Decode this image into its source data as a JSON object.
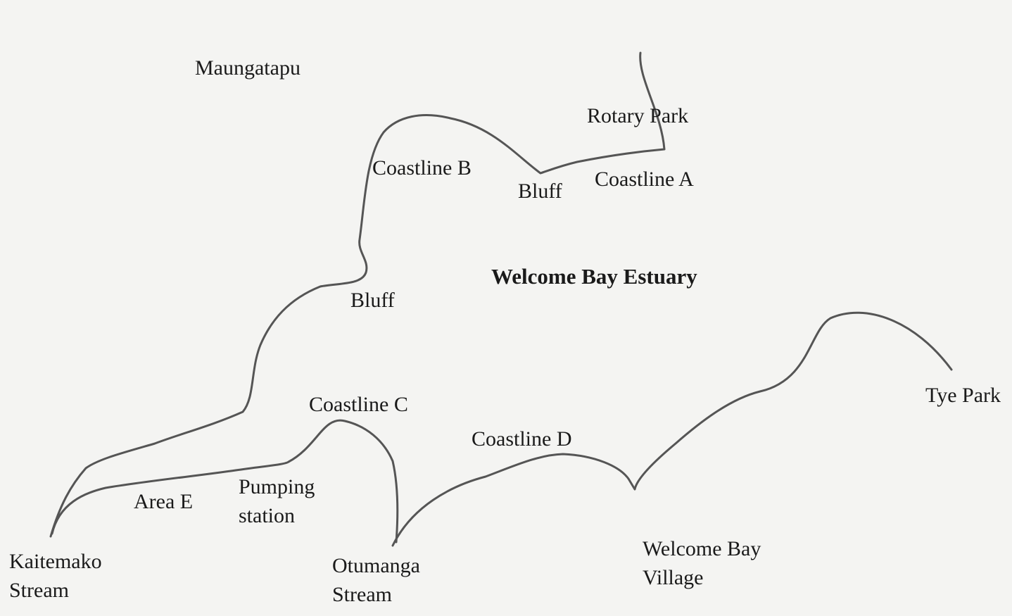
{
  "map": {
    "background": "#f4f4f2",
    "line_color": "#555555",
    "text_color": "#1a1a1a",
    "labels": {
      "maungatapu": "Maungatapu",
      "rotary_park": "Rotary Park",
      "coastline_a": "Coastline A",
      "coastline_b": "Coastline B",
      "bluff_north": "Bluff",
      "bluff_west": "Bluff",
      "estuary": "Welcome Bay Estuary",
      "coastline_c": "Coastline C",
      "coastline_d": "Coastline D",
      "area_e": "Area E",
      "pumping_station_1": "Pumping",
      "pumping_station_2": "station",
      "kaitemako_1": "Kaitemako",
      "kaitemako_2": "Stream",
      "otumanga_1": "Otumanga",
      "otumanga_2": "Stream",
      "welcome_bay_village_1": "Welcome Bay",
      "welcome_bay_village_2": "Village",
      "tye_park": "Tye Park"
    }
  }
}
